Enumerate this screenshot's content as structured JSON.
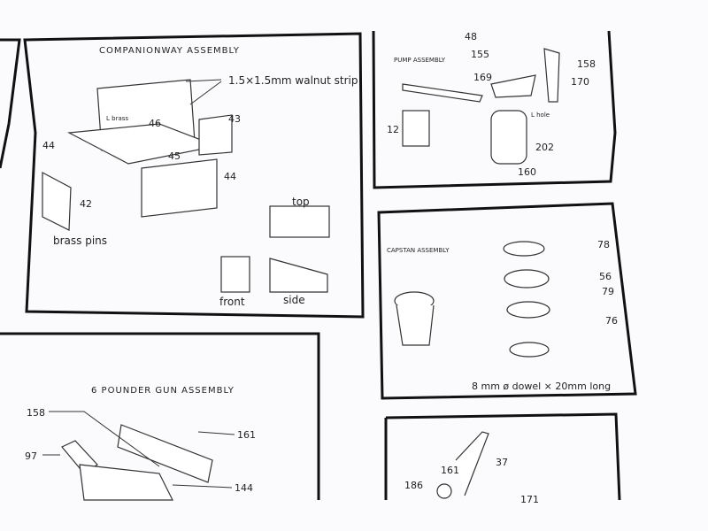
{
  "companionway": {
    "title": "COMPANIONWAY ASSEMBLY",
    "strip": "1.5×1.5mm walnut strip",
    "brass": "L brass",
    "pins": "brass pins",
    "views": {
      "top": "top",
      "front": "front",
      "side": "side"
    },
    "parts": [
      "46",
      "43",
      "44",
      "45",
      "44",
      "42"
    ]
  },
  "pump": {
    "title": "PUMP ASSEMBLY",
    "hole": "L hole",
    "dim": "12",
    "parts": [
      "48",
      "155",
      "169",
      "158",
      "170",
      "202",
      "160"
    ]
  },
  "capstan": {
    "title": "CAPSTAN ASSEMBLY",
    "dowel": "8 mm ø dowel × 20mm long",
    "parts": [
      "78",
      "56",
      "79",
      "76"
    ]
  },
  "gun": {
    "title": "6 POUNDER GUN ASSEMBLY",
    "parts": [
      "158",
      "161",
      "97",
      "144"
    ]
  },
  "lower_right": {
    "parts": [
      "37",
      "161",
      "186",
      "171"
    ]
  }
}
